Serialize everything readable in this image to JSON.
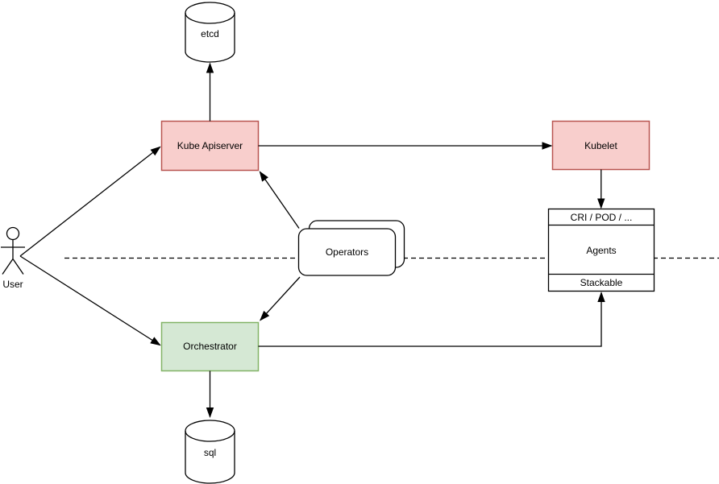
{
  "diagram": {
    "kind": "architecture-flowchart",
    "nodes": {
      "user": {
        "type": "actor",
        "label": "User"
      },
      "etcd": {
        "type": "database-cylinder",
        "label": "etcd"
      },
      "kube_apiserver": {
        "type": "box",
        "label": "Kube Apiserver"
      },
      "kubelet": {
        "type": "box",
        "label": "Kubelet"
      },
      "operators": {
        "type": "stacked-rounded-box",
        "label": "Operators"
      },
      "orchestrator": {
        "type": "box",
        "label": "Orchestrator"
      },
      "sql": {
        "type": "database-cylinder",
        "label": "sql"
      },
      "agent_stack": {
        "type": "list-box",
        "rows": [
          "CRI / POD / ...",
          "Agents",
          "Stackable"
        ]
      }
    },
    "edges": [
      {
        "from": "User",
        "to": "Kube Apiserver",
        "arrow": "solid-triangle"
      },
      {
        "from": "User",
        "to": "Orchestrator",
        "arrow": "solid-triangle"
      },
      {
        "from": "Kube Apiserver",
        "to": "etcd",
        "arrow": "solid-triangle"
      },
      {
        "from": "Kube Apiserver",
        "to": "Kubelet",
        "arrow": "solid-triangle"
      },
      {
        "from": "Operators",
        "to": "Kube Apiserver",
        "arrow": "solid-triangle"
      },
      {
        "from": "Operators",
        "to": "Orchestrator",
        "arrow": "solid-triangle"
      },
      {
        "from": "Kubelet",
        "to": "CRI / POD / ...",
        "arrow": "solid-triangle"
      },
      {
        "from": "Orchestrator",
        "to": "Stackable",
        "arrow": "solid-triangle",
        "route": "orthogonal"
      },
      {
        "from": "Orchestrator",
        "to": "sql",
        "arrow": "solid-triangle"
      }
    ],
    "separator": {
      "style": "dashed",
      "orientation": "horizontal"
    },
    "colors": {
      "red_fill": "#f8cecc",
      "red_stroke": "#b85450",
      "green_fill": "#d5e8d4",
      "green_stroke": "#82b366",
      "plain_fill": "#ffffff",
      "line": "#000000",
      "background": "#ffffff"
    }
  }
}
